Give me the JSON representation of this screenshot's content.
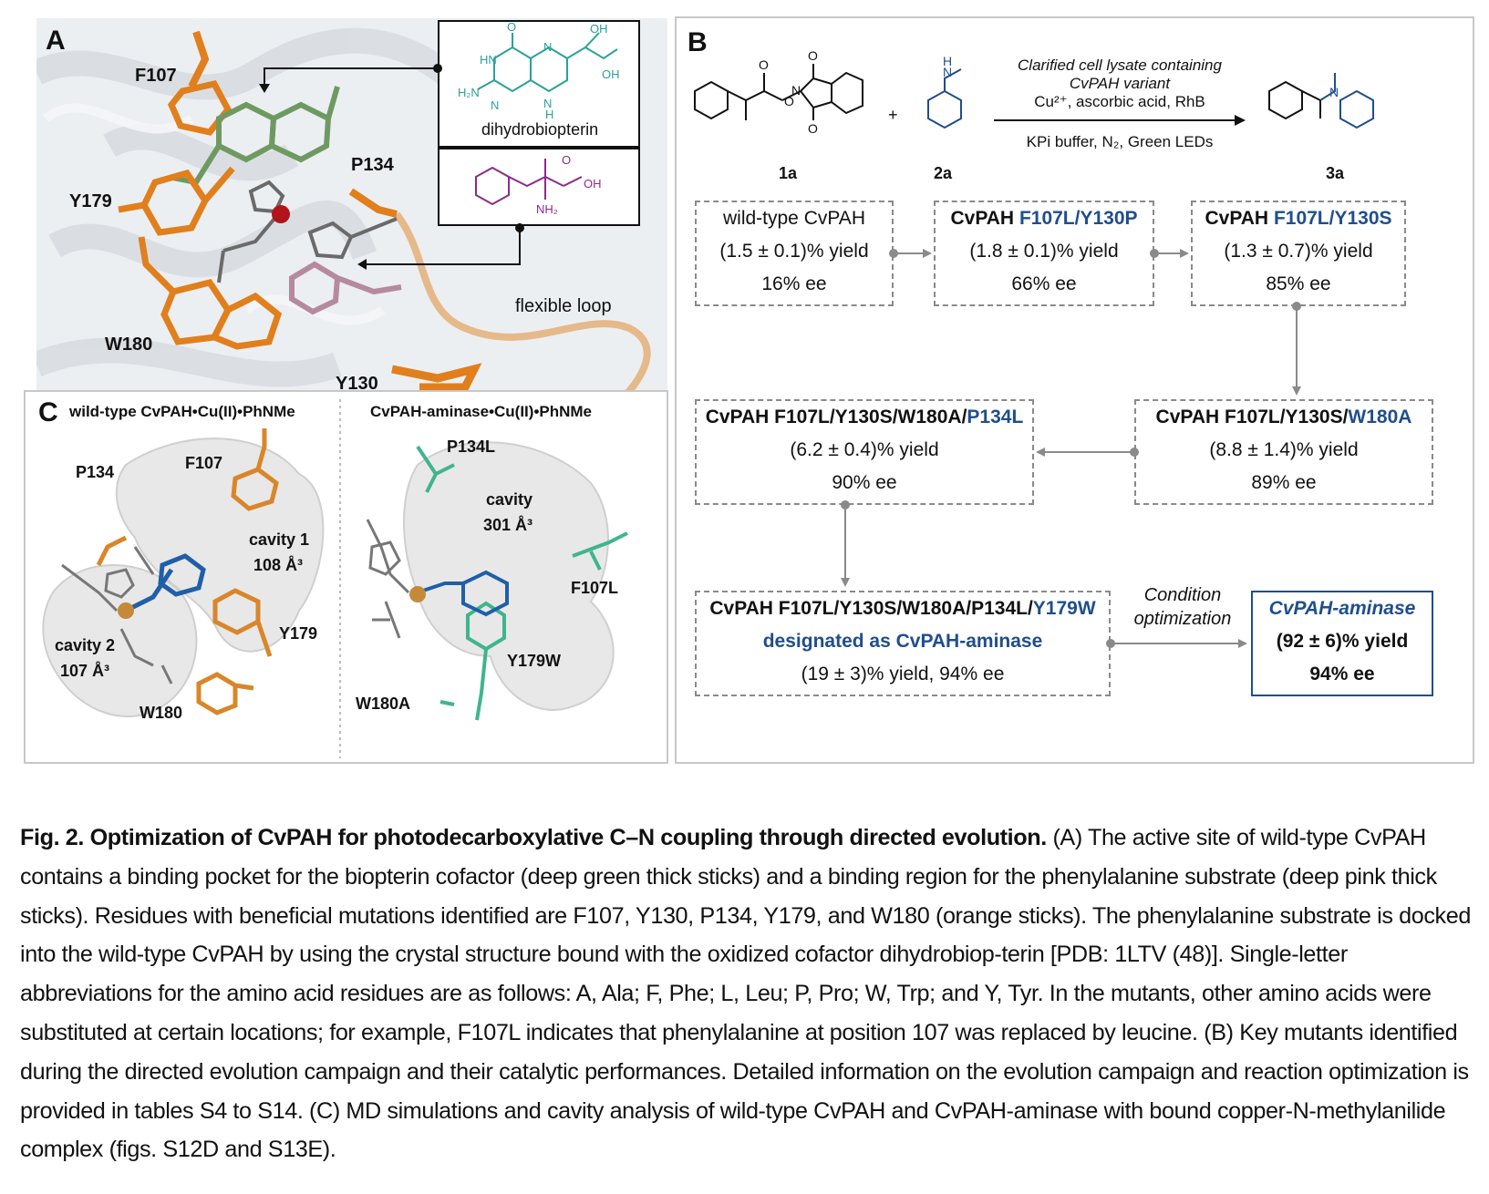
{
  "panelA": {
    "letter": "A",
    "residues": [
      "F107",
      "Y179",
      "P134",
      "W180",
      "Y130"
    ],
    "cofactor_label": "dihydrobiopterin",
    "loop_label": "flexible loop"
  },
  "panelB": {
    "letter": "B",
    "conditions": {
      "line1": "Clarified cell lysate containing",
      "line2": "CvPAH variant",
      "line3": "Cu²⁺, ascorbic acid, RhB",
      "line4": "KPi buffer, N₂, Green LEDs"
    },
    "compounds": [
      "1a",
      "2a",
      "3a"
    ],
    "plus": "+",
    "boxes": [
      {
        "name": "wild-type CvPAH",
        "yield": "(1.5 ± 0.1)% yield",
        "ee": "16% ee"
      },
      {
        "prefix": "CvPAH",
        "mutation": "F107L/Y130P",
        "yield": "(1.8 ± 0.1)% yield",
        "ee": "66% ee"
      },
      {
        "prefix": "CvPAH",
        "mutation": "F107L/Y130S",
        "yield": "(1.3 ± 0.7)% yield",
        "ee": "85% ee"
      },
      {
        "prefix": "CvPAH F107L/Y130S/",
        "mutation": "W180A",
        "yield": "(8.8 ± 1.4)% yield",
        "ee": "89% ee"
      },
      {
        "prefix": "CvPAH F107L/Y130S/W180A/",
        "mutation": "P134L",
        "yield": "(6.2 ± 0.4)% yield",
        "ee": "90% ee"
      },
      {
        "prefix": "CvPAH F107L/Y130S/W180A/P134L/",
        "mutation": "Y179W",
        "designation": "designated as CvPAH-aminase",
        "yield": "(19 ± 3)% yield, 94% ee"
      },
      {
        "name": "CvPAH-aminase",
        "yield": "(92 ± 6)% yield",
        "ee": "94% ee"
      }
    ],
    "arrow_label_1": "Condition",
    "arrow_label_2": "optimization"
  },
  "panelC": {
    "letter": "C",
    "left_title": "wild-type CvPAH•Cu(II)•PhNMe",
    "right_title": "CvPAH-aminase•Cu(II)•PhNMe",
    "left_labels": [
      "P134",
      "F107",
      "cavity 1",
      "108 Å³",
      "Y179",
      "cavity 2",
      "107 Å³",
      "W180"
    ],
    "right_labels": [
      "P134L",
      "cavity",
      "301 Å³",
      "F107L",
      "Y179W",
      "W180A"
    ]
  },
  "caption": {
    "fig": "Fig. 2.",
    "title": "Optimization of CvPAH for photodecarboxylative C–N coupling through directed evolution.",
    "text": " (A) The active site of wild-type CvPAH contains a binding pocket for the biopterin cofactor (deep green thick sticks) and a binding region for the phenylalanine substrate (deep pink thick sticks). Residues with beneficial mutations identified are F107, Y130, P134, Y179, and W180 (orange sticks). The phenylalanine substrate is docked into the wild-type CvPAH by using the crystal structure bound with the oxidized cofactor dihydrobiop-terin [PDB: 1LTV (48)]. Single-letter abbreviations for the amino acid residues are as follows: A, Ala; F, Phe; L, Leu; P, Pro; W, Trp; and Y, Tyr. In the mutants, other amino acids were substituted at certain locations; for example, F107L indicates that phenylalanine at position 107 was replaced by leucine. (B) Key mutants identified during the directed evolution campaign and their catalytic performances. Detailed information on the evolution campaign and reaction optimization is provided in tables S4 to S14. (C) MD simulations and cavity analysis of wild-type CvPAH and CvPAH-aminase with bound copper-N-methylanilide complex (figs. S12D and S13E)."
  }
}
